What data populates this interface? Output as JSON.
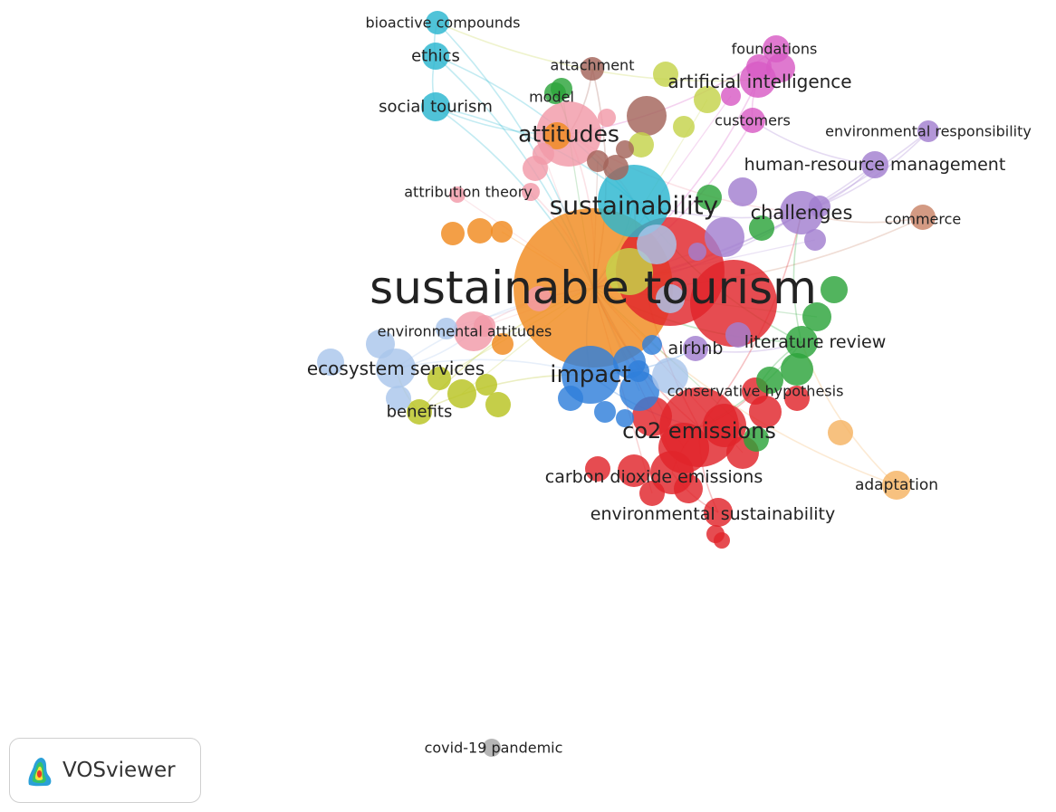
{
  "app": {
    "name": "VOSviewer"
  },
  "colors": {
    "cyan": "#29b6cf",
    "orange": "#f08a1e",
    "red": "#e0242b",
    "pink": "#f29aa8",
    "brown": "#a4645a",
    "lime": "#c5d34b",
    "green": "#2ca43a",
    "magenta": "#d85cc4",
    "lavender": "#a27fd0",
    "blue": "#2f7fdb",
    "lightblue": "#a9c6ec",
    "yellowgreen": "#b8c321",
    "peach": "#f5b363",
    "gray": "#a6a6a6",
    "salmon": "#c98468"
  },
  "keywords": [
    {
      "label": "sustainable tourism",
      "cluster": "orange"
    },
    {
      "label": "sustainability",
      "cluster": "cyan"
    },
    {
      "label": "attitudes",
      "cluster": "pink"
    },
    {
      "label": "impact",
      "cluster": "blue"
    },
    {
      "label": "co2 emissions",
      "cluster": "red"
    },
    {
      "label": "challenges",
      "cluster": "lavender"
    },
    {
      "label": "ecosystem services",
      "cluster": "lightblue"
    },
    {
      "label": "benefits",
      "cluster": "yellowgreen"
    },
    {
      "label": "literature review",
      "cluster": "green"
    },
    {
      "label": "airbnb",
      "cluster": "lavender"
    },
    {
      "label": "conservative hypothesis",
      "cluster": "red"
    },
    {
      "label": "carbon dioxide emissions",
      "cluster": "red"
    },
    {
      "label": "environmental sustainability",
      "cluster": "red"
    },
    {
      "label": "adaptation",
      "cluster": "peach"
    },
    {
      "label": "human-resource management",
      "cluster": "lavender"
    },
    {
      "label": "commerce",
      "cluster": "salmon"
    },
    {
      "label": "environmental responsibility",
      "cluster": "lavender"
    },
    {
      "label": "customers",
      "cluster": "magenta"
    },
    {
      "label": "artificial intelligence",
      "cluster": "magenta"
    },
    {
      "label": "foundations",
      "cluster": "magenta"
    },
    {
      "label": "attachment",
      "cluster": "brown"
    },
    {
      "label": "model",
      "cluster": "green"
    },
    {
      "label": "bioactive compounds",
      "cluster": "cyan"
    },
    {
      "label": "ethics",
      "cluster": "cyan"
    },
    {
      "label": "social tourism",
      "cluster": "cyan"
    },
    {
      "label": "attribution theory",
      "cluster": "pink"
    },
    {
      "label": "environmental attitudes",
      "cluster": "pink"
    },
    {
      "label": "covid-19 pandemic",
      "cluster": "gray"
    }
  ]
}
